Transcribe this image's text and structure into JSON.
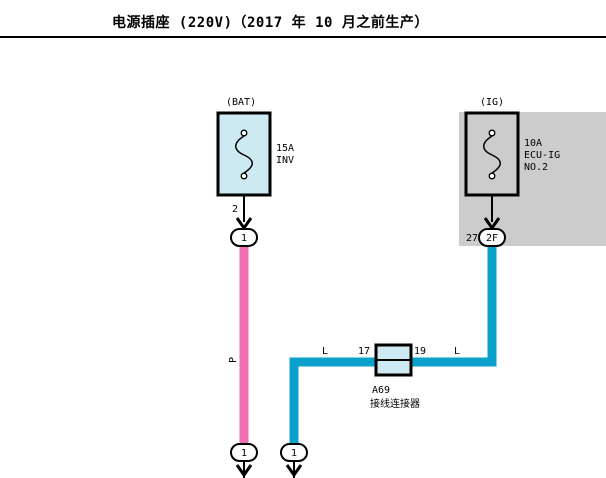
{
  "title": "电源插座 (220V)（2017 年 10 月之前生产）",
  "fuses": {
    "bat": {
      "source": "(BAT)",
      "rating": "15A",
      "name": "INV",
      "pin": "2",
      "conn": "1"
    },
    "ig": {
      "source": "(IG)",
      "rating": "10A",
      "name_line1": "ECU-IG",
      "name_line2": "NO.2",
      "pin": "27",
      "conn": "2F"
    }
  },
  "wires": {
    "pink": {
      "color_code": "P",
      "color": "#f26eb4"
    },
    "blue_left": {
      "color_code": "L",
      "color": "#0aa0cc"
    },
    "blue_right": {
      "color_code": "L",
      "color": "#0aa0cc"
    }
  },
  "junction": {
    "id": "A69",
    "name": "接线连接器",
    "pin_left": "17",
    "pin_right": "19"
  },
  "bottom_connectors": {
    "left": "1",
    "right": "1"
  },
  "colors": {
    "fuse_fill": "#cde9f2",
    "ig_area": "#cccccc",
    "wire_pink": "#f26eb4",
    "wire_blue": "#0aa0cc"
  }
}
